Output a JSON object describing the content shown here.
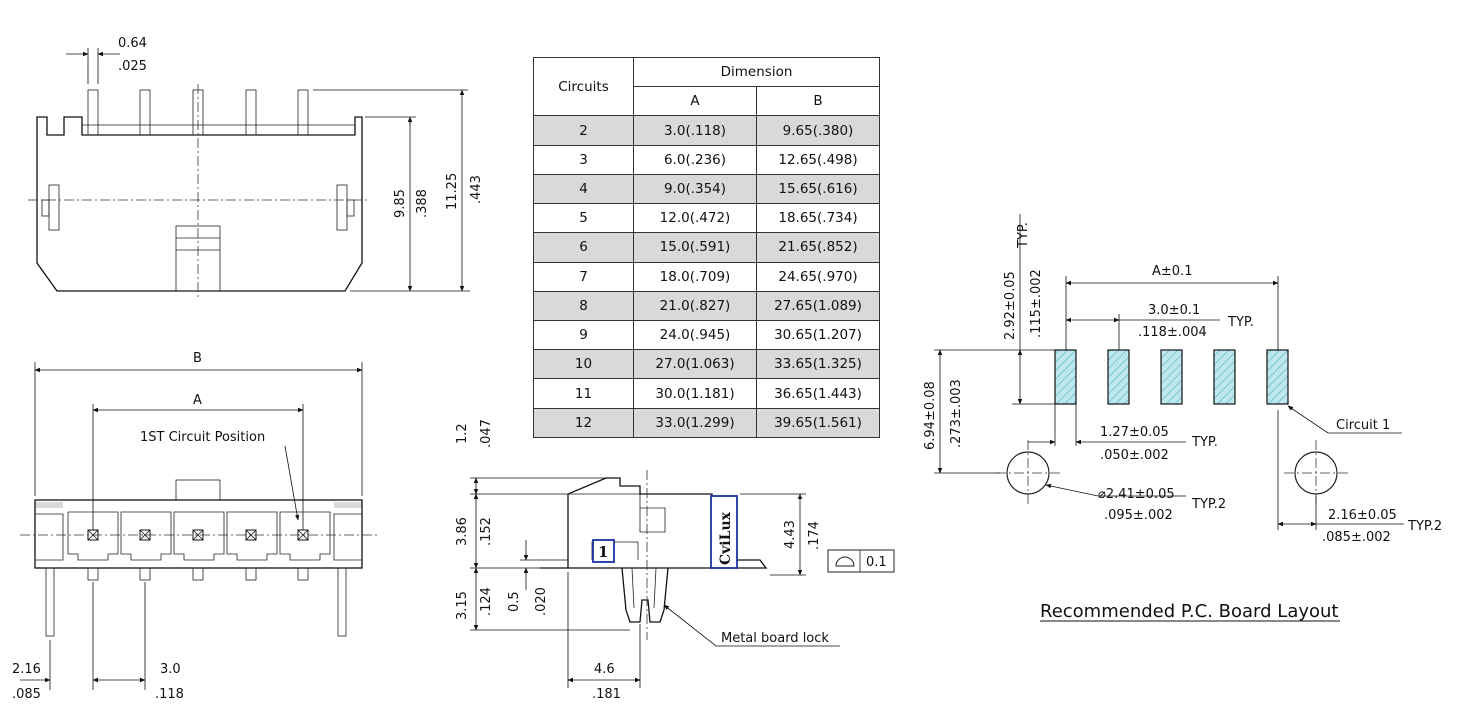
{
  "table": {
    "header_circuits": "Circuits",
    "header_dimension": "Dimension",
    "header_a": "A",
    "header_b": "B",
    "rows": [
      {
        "circuits": "2",
        "a": "3.0(.118)",
        "b": "9.65(.380)"
      },
      {
        "circuits": "3",
        "a": "6.0(.236)",
        "b": "12.65(.498)"
      },
      {
        "circuits": "4",
        "a": "9.0(.354)",
        "b": "15.65(.616)"
      },
      {
        "circuits": "5",
        "a": "12.0(.472)",
        "b": "18.65(.734)"
      },
      {
        "circuits": "6",
        "a": "15.0(.591)",
        "b": "21.65(.852)"
      },
      {
        "circuits": "7",
        "a": "18.0(.709)",
        "b": "24.65(.970)"
      },
      {
        "circuits": "8",
        "a": "21.0(.827)",
        "b": "27.65(1.089)"
      },
      {
        "circuits": "9",
        "a": "24.0(.945)",
        "b": "30.65(1.207)"
      },
      {
        "circuits": "10",
        "a": "27.0(1.063)",
        "b": "33.65(1.325)"
      },
      {
        "circuits": "11",
        "a": "30.0(1.181)",
        "b": "36.65(1.443)"
      },
      {
        "circuits": "12",
        "a": "33.0(1.299)",
        "b": "39.65(1.561)"
      }
    ]
  },
  "top_view": {
    "pin_width_mm": "0.64",
    "pin_width_in": ".025",
    "height_1_mm": "9.85",
    "height_1_in": ".388",
    "height_2_mm": "11.25",
    "height_2_in": ".443"
  },
  "front_view": {
    "label_b": "B",
    "label_a": "A",
    "first_circuit_label": "1ST Circuit Position",
    "edge_mm": "2.16",
    "edge_in": ".085",
    "pitch_mm": "3.0",
    "pitch_in": ".118"
  },
  "side_view": {
    "d1_mm": "1.2",
    "d1_in": ".047",
    "d2_mm": "3.86",
    "d2_in": ".152",
    "d3_mm": "3.15",
    "d3_in": ".124",
    "d4_mm": "0.5",
    "d4_in": ".020",
    "d5_mm": "4.43",
    "d5_in": ".174",
    "d6_mm": "4.6",
    "d6_in": ".181",
    "flatness": "0.1",
    "pin_one_mark": "1",
    "brand": "CviLux",
    "board_lock_label": "Metal board lock"
  },
  "pcb_layout": {
    "title": "Recommended P.C. Board Layout",
    "a_tol": "A±0.1",
    "pitch_mm": "3.0±0.1",
    "pitch_in": ".118±.004",
    "typ": "TYP.",
    "pad_len_mm": "2.92±0.05",
    "pad_len_in": ".115±.002",
    "row_mm": "6.94±0.08",
    "row_in": ".273±.003",
    "pad_w_mm": "1.27±0.05",
    "pad_w_in": ".050±.002",
    "hole_mm": "⌀2.41±0.05",
    "hole_in": ".095±.002",
    "typ2": "TYP.2",
    "edge_mm": "2.16±0.05",
    "edge_in": ".085±.002",
    "circuit_label": "Circuit 1"
  }
}
